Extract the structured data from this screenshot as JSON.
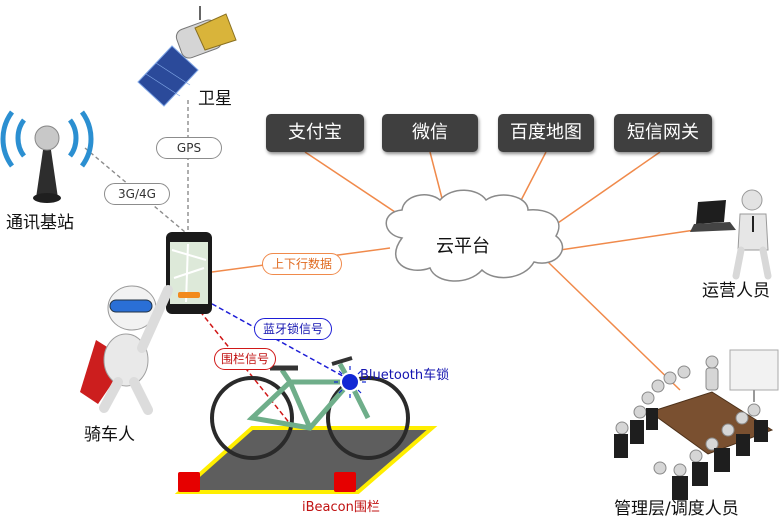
{
  "cloud": {
    "label": "云平台"
  },
  "services": [
    {
      "label": "支付宝"
    },
    {
      "label": "微信"
    },
    {
      "label": "百度地图"
    },
    {
      "label": "短信网关"
    }
  ],
  "nodes": {
    "satellite": "卫星",
    "base_station": "通讯基站",
    "rider": "骑车人",
    "operator": "运营人员",
    "management": "管理层/调度人员"
  },
  "links": {
    "gps": "GPS",
    "network": "3G/4G",
    "data": "上下行数据",
    "bluetooth_signal": "蓝牙锁信号",
    "fence_signal": "围栏信号"
  },
  "annotations": {
    "bluetooth_lock": "Bluetooth车锁",
    "ibeacon_fence": "iBeacon围栏"
  },
  "colors": {
    "cloud_lines": "#f08a4b",
    "bluetooth": "#1d1dd6",
    "fence": "#d01818",
    "fence_border": "#ffee00",
    "service_box": "#3f3f3f"
  }
}
